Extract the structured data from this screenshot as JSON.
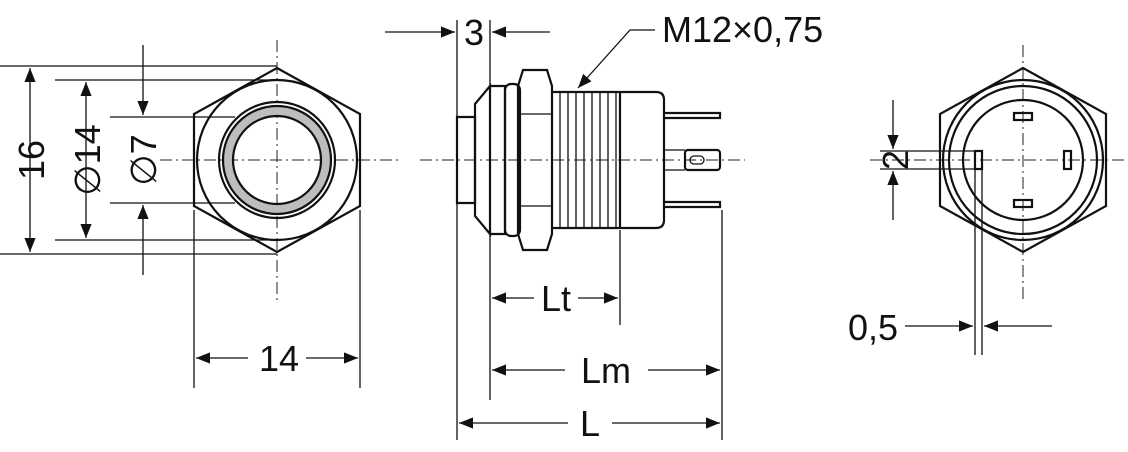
{
  "labels": {
    "front_hex_height": "16",
    "front_outer_dia": "∅14",
    "front_inner_dia": "∅7",
    "front_width": "14",
    "side_flange": "3",
    "side_thread": "M12×0,75",
    "side_lt": "Lt",
    "side_lm": "Lm",
    "side_l": "L",
    "rear_pin_spacing": "2",
    "rear_pin_width": "0,5"
  },
  "colors": {
    "line": "#111111",
    "ring": "#bdbdbd",
    "background": "#ffffff"
  }
}
